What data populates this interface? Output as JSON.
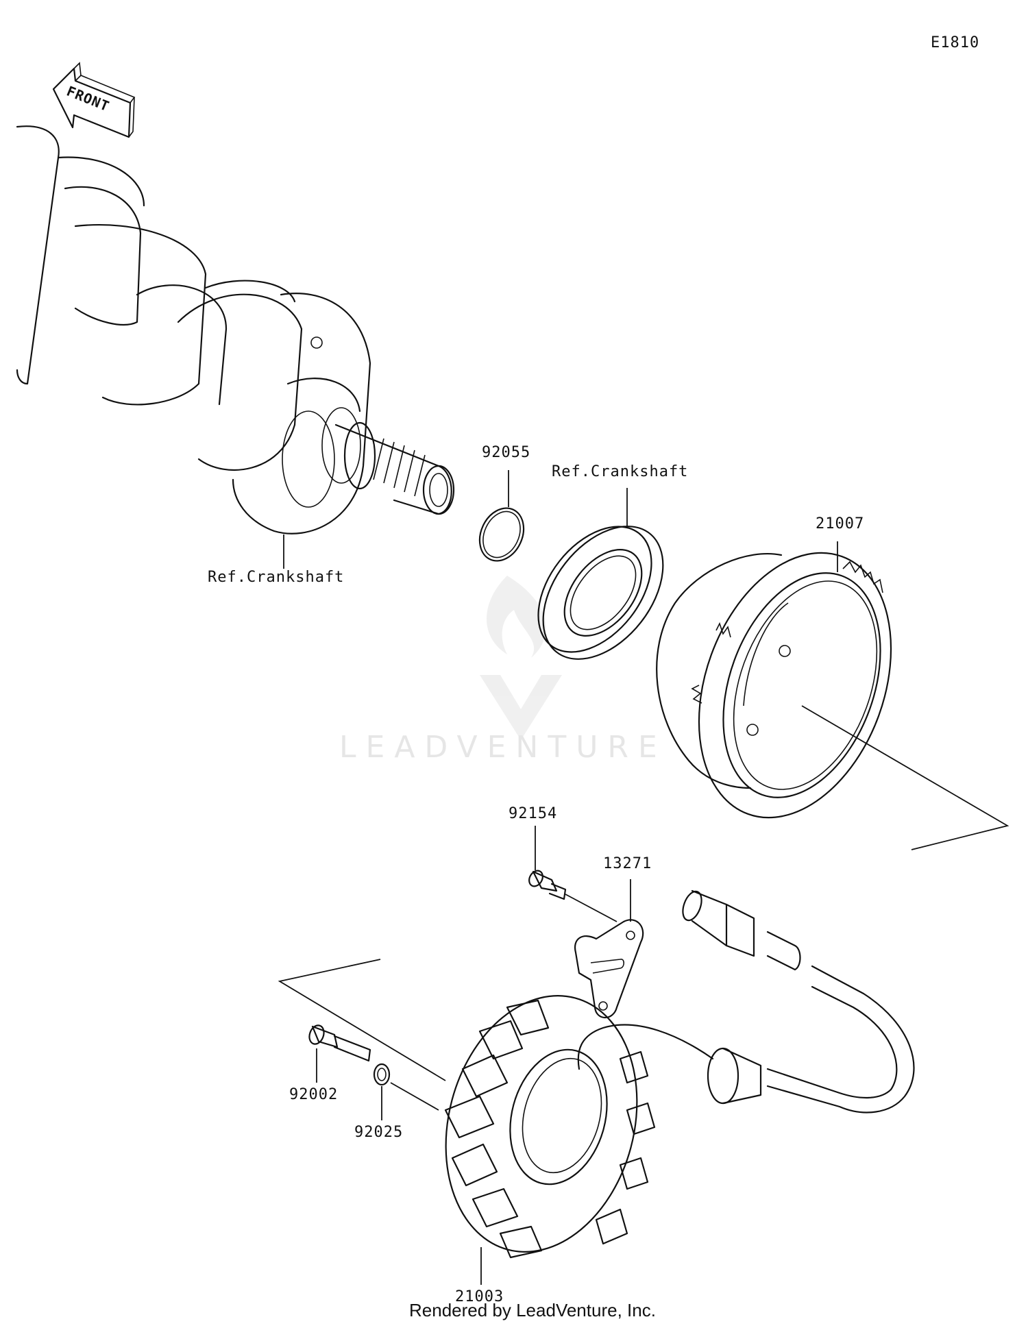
{
  "diagram_code": "E1810",
  "front_indicator": "FRONT",
  "watermark": "LEADVENTURE",
  "footer": "Rendered by LeadVenture, Inc.",
  "parts": {
    "ref_crankshaft_left": "Ref.Crankshaft",
    "oring": "92055",
    "ref_crankshaft_seal": "Ref.Crankshaft",
    "flywheel": "21007",
    "bolt_small": "92154",
    "plate": "13271",
    "bolt_stator": "92002",
    "washer": "92025",
    "stator": "21003"
  }
}
